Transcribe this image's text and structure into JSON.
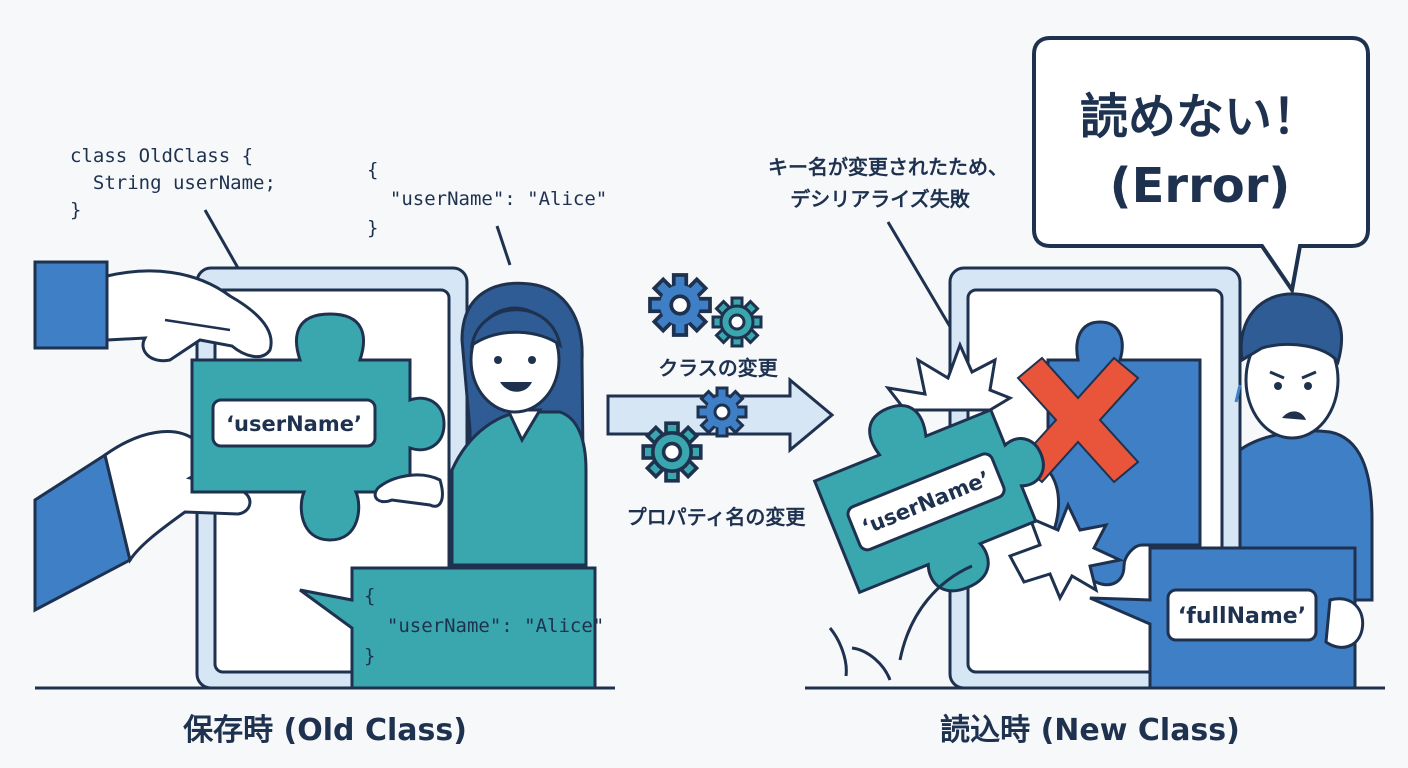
{
  "left_panel": {
    "code_class": [
      "class OldClass {",
      "  String userName;",
      "}"
    ],
    "json_top": [
      "{",
      "  \"userName\": \"Alice\"",
      "}"
    ],
    "piece_label": "‘userName’",
    "json_bubble": [
      "{",
      "  \"userName\": \"Alice\"",
      "}"
    ],
    "caption": "保存時 (Old Class)"
  },
  "middle": {
    "class_change": "クラスの変更",
    "property_change": "プロパティ名の変更"
  },
  "right_panel": {
    "annotation": [
      "キー名が変更されたため、",
      "デシリアライズ失敗"
    ],
    "speech": [
      "読めない！",
      "(Error)"
    ],
    "piece_label": "‘userName’",
    "card_label": "‘fullName’",
    "caption": "読込時 (New Class)"
  },
  "colors": {
    "navy": "#1e3250",
    "teal": "#3aa6ad",
    "blue": "#3f7fc6",
    "pale_blue": "#d6e6f4",
    "error_red": "#e8553b"
  }
}
